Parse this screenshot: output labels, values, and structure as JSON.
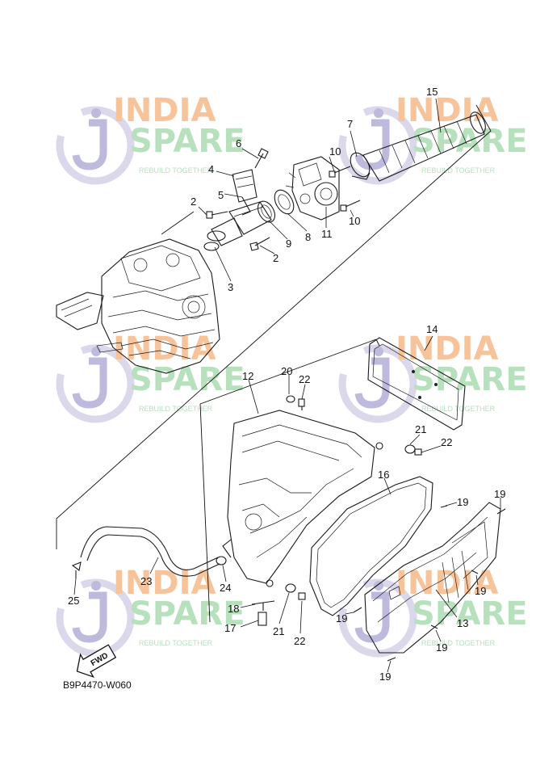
{
  "watermark": {
    "line1": "INDIA",
    "line2": "SPARE",
    "tagline": "REBUILD TOGETHER",
    "colors": {
      "orange": "#f4b07a",
      "green": "#9fd6a8",
      "purple": "#9b96c8"
    }
  },
  "callouts": [
    "15",
    "7",
    "6",
    "10",
    "4",
    "5",
    "2",
    "11",
    "8",
    "9",
    "10",
    "2",
    "3",
    "14",
    "20",
    "22",
    "12",
    "21",
    "22",
    "16",
    "19",
    "19",
    "19",
    "13",
    "19",
    "19",
    "19",
    "24",
    "23",
    "25",
    "18",
    "17",
    "21",
    "22"
  ],
  "fwd_label": "FWD",
  "diagram_code": "B9P4470-W060"
}
